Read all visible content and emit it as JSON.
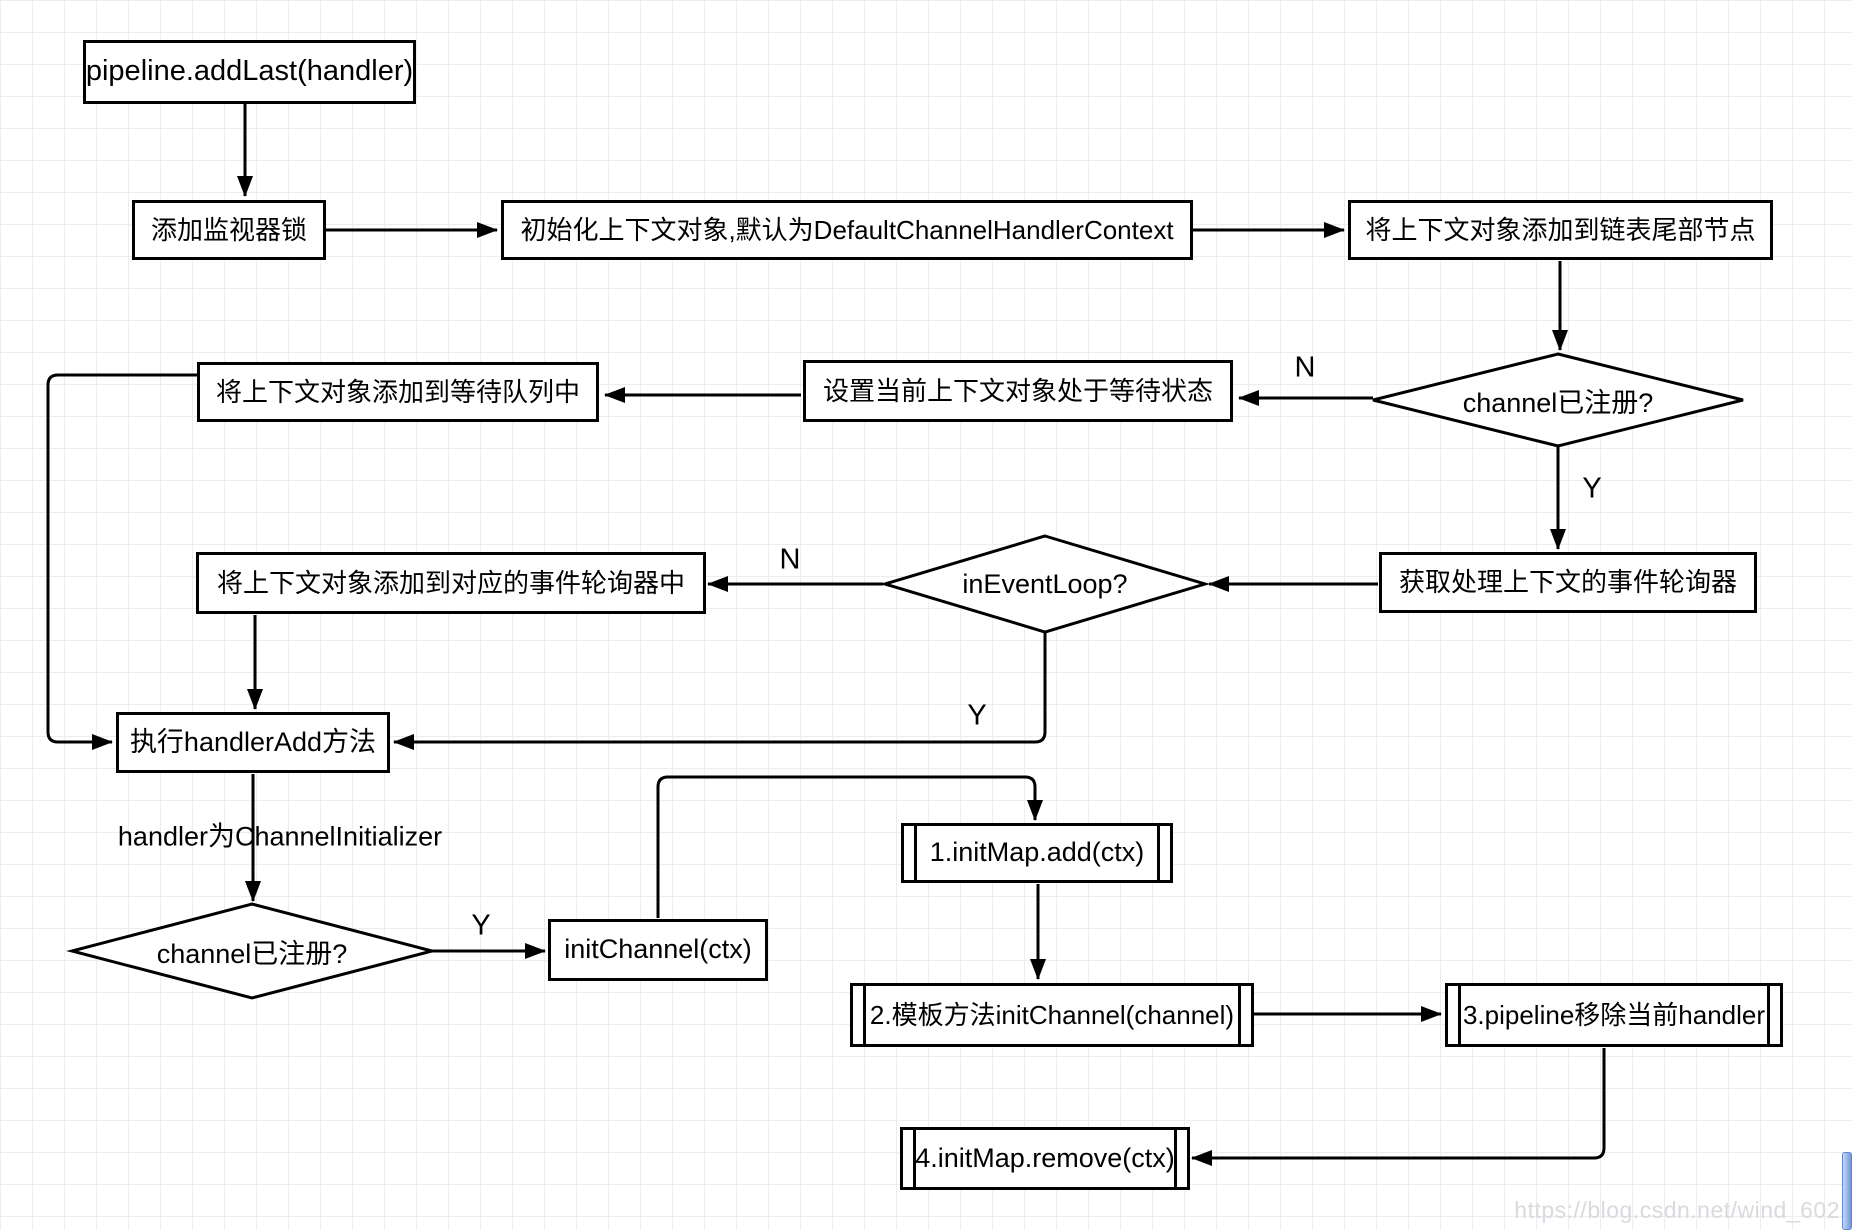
{
  "diagram": {
    "nodes": {
      "start": "pipeline.addLast(handler)",
      "add_monitor_lock": "添加监视器锁",
      "init_context": "初始化上下文对象,默认为DefaultChannelHandlerContext",
      "append_tail": "将上下文对象添加到链表尾部节点",
      "decision_channel_registered_1": "channel已注册?",
      "set_waiting_state": "设置当前上下文对象处于等待状态",
      "add_to_wait_queue": "将上下文对象添加到等待队列中",
      "get_event_loop": "获取处理上下文的事件轮询器",
      "decision_in_event_loop": "inEventLoop?",
      "add_to_event_loop": "将上下文对象添加到对应的事件轮询器中",
      "exec_handler_add": "执行handlerAdd方法",
      "decision_channel_registered_2": "channel已注册?",
      "init_channel": "initChannel(ctx)",
      "step1": "1.initMap.add(ctx)",
      "step2": "2.模板方法initChannel(channel)",
      "step3": "3.pipeline移除当前handler",
      "step4": "4.initMap.remove(ctx)"
    },
    "edge_labels": {
      "n_registered_1": "N",
      "y_registered_1": "Y",
      "n_in_event_loop": "N",
      "y_in_event_loop": "Y",
      "y_registered_2": "Y",
      "handler_is_initializer": "handler为ChannelInitializer"
    },
    "watermark": "https://blog.csdn.net/wind_602",
    "colors": {
      "stroke": "#000000",
      "grid": "#ececf2",
      "background": "#ffffff",
      "watermark": "#d9d9de",
      "scrollbar_fill": "#6f96d8"
    }
  }
}
